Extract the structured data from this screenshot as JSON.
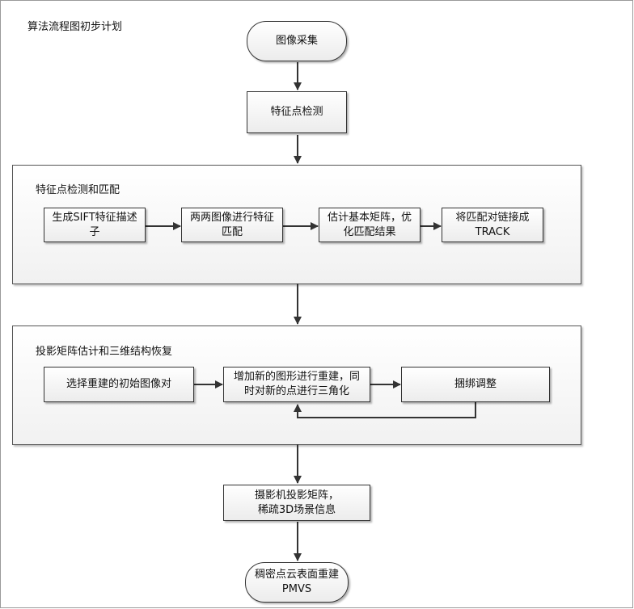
{
  "title": "算法流程图初步计划",
  "steps": {
    "capture": "图像采集",
    "detect": "特征点检测",
    "camera": "摄影机投影矩阵，\n稀疏3D场景信息",
    "dense": "稠密点云表面重建\nPMVS"
  },
  "group1": {
    "label": "特征点检测和匹配",
    "sift": "生成SIFT特征描述\n子",
    "pair": "两两图像进行特征\n匹配",
    "fundamental": "估计基本矩阵，优\n化匹配结果",
    "track": "将匹配对链接成\nTRACK"
  },
  "group2": {
    "label": "投影矩阵估计和三维结构恢复",
    "init": "选择重建的初始图像对",
    "add": "增加新的图形进行重建，同\n时对新的点进行三角化",
    "bundle": "捆绑调整"
  }
}
